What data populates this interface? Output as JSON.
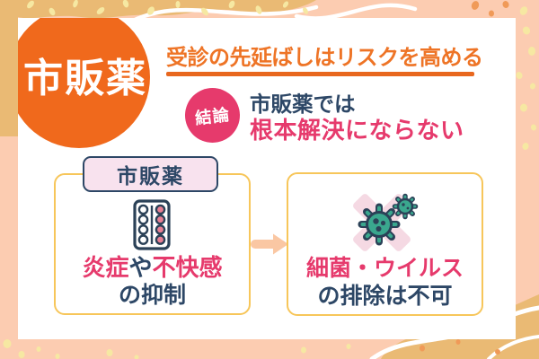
{
  "colors": {
    "circleorange": "#f0691c",
    "heading": "#ee7426",
    "underline": "#e8671e",
    "navy": "#2d4766",
    "pink": "#e63a6c",
    "peach": "#fcccb1",
    "tan": "#eaba74",
    "cream": "#f6e8a2",
    "dotorange": "#f09a58",
    "boxborder": "#f7c65a",
    "labelbg": "#f8e2ee",
    "arrow": "#fac7a3",
    "cross": "#f5d9e3",
    "virus": "#3aa78e",
    "virusline": "#2b4157",
    "pillpink": "#e87f93",
    "card": "#ffffff"
  },
  "title_badge": {
    "label": "市販薬"
  },
  "header": {
    "headline": "受診の先延ばしはリスクを高める"
  },
  "conclusion": {
    "badge": "結論",
    "line1": "市販薬では",
    "line2": "根本解決にならない"
  },
  "otc_box": {
    "label": "市販薬",
    "effect_pink1": "炎症",
    "effect_navy": "や",
    "effect_pink2": "不快感",
    "effect_line2": "の抑制"
  },
  "limit_box": {
    "line1": "細菌・ウイルス",
    "line2": "の排除は不可"
  },
  "icons": {
    "title_shape": "orange-circle-badge",
    "pills": "blister-pack-icon",
    "arrow": "arrow-right-icon",
    "cross": "cross-mark-icon",
    "virus_large": "virus-icon-large",
    "virus_small": "virus-icon-small"
  }
}
